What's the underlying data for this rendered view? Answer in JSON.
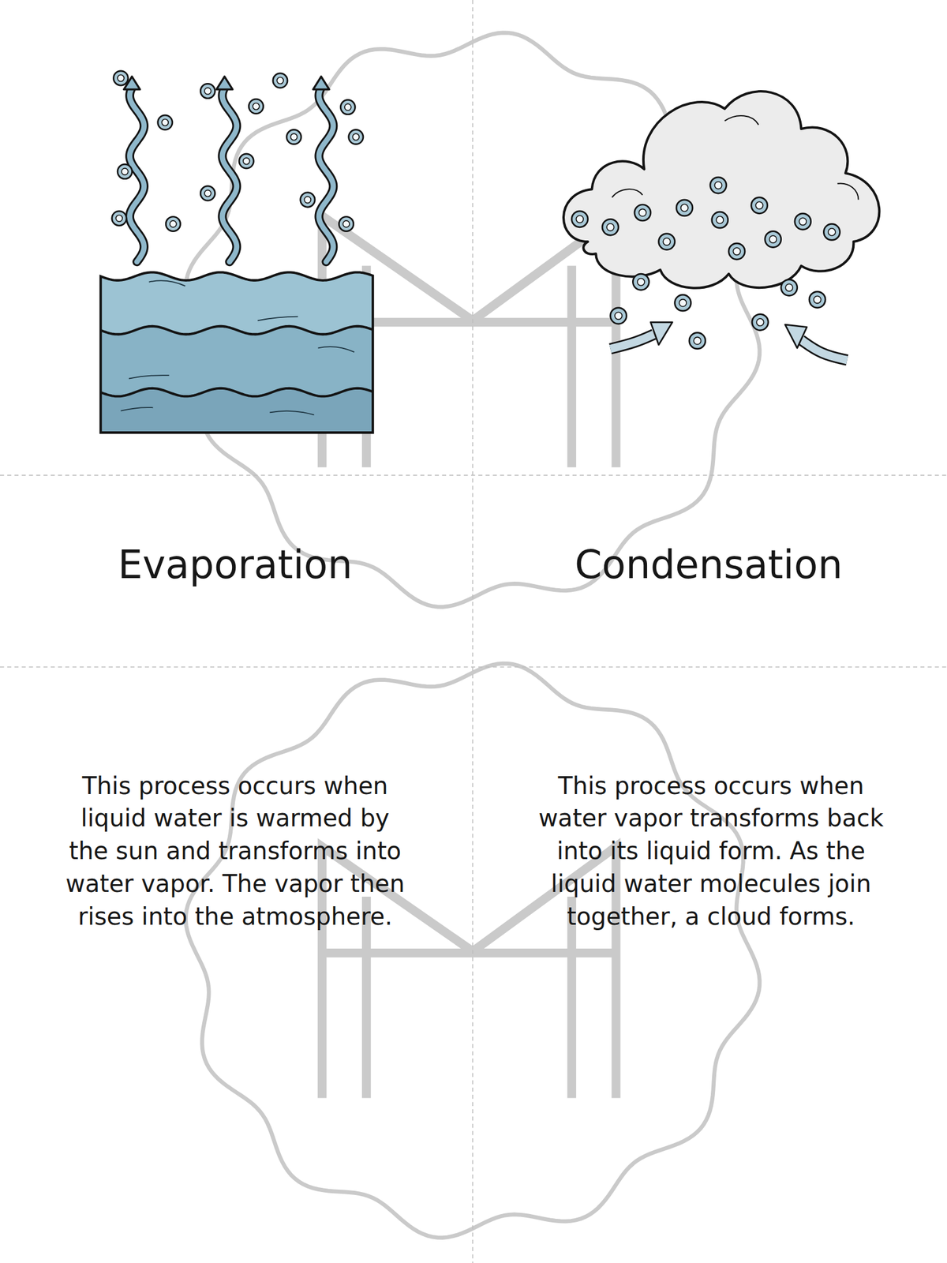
{
  "diagram": {
    "labels": [
      "Evaporation",
      "Condensation",
      "This process occurs when liquid water is warmed by the sun and transforms into water vapor.  The vapor then rises into the atmosphere.",
      "This process occurs when water vapor transforms back into its liquid form. As the liquid water molecules join together, a cloud forms."
    ]
  }
}
